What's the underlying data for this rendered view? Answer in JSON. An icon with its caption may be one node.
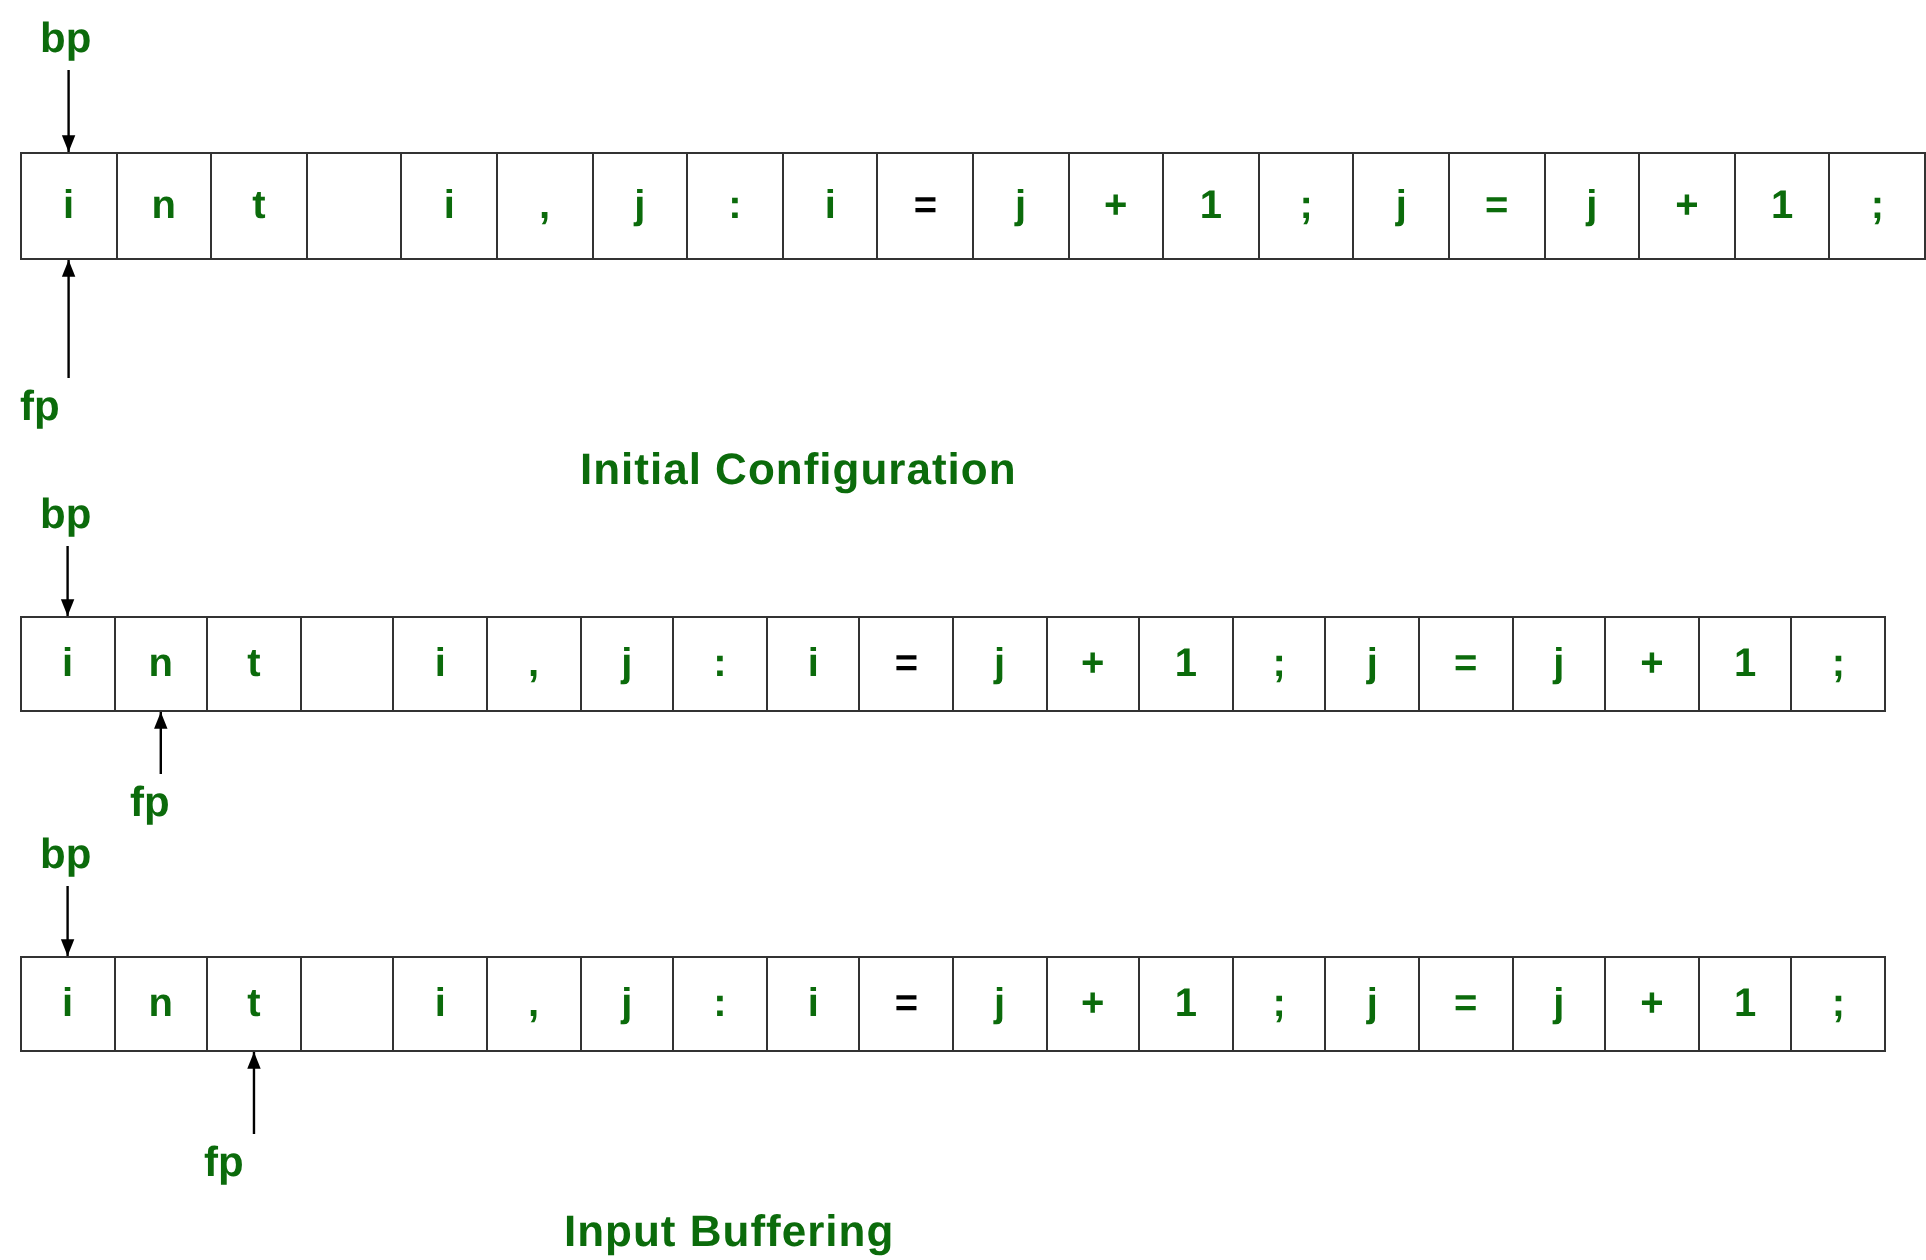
{
  "diagram": {
    "caption": "Input Buffering",
    "nodes": [
      {
        "text": [
          "bp"
        ]
      },
      {
        "text": [
          "i"
        ]
      },
      {
        "text": [
          "n"
        ]
      },
      {
        "text": [
          "t"
        ]
      },
      {
        "text": [],
        "shape": "box"
      },
      {
        "text": [
          "i"
        ]
      },
      {
        "text": [
          ","
        ]
      },
      {
        "text": [
          "j"
        ]
      },
      {
        "text": [
          ":"
        ]
      },
      {
        "text": [
          "i"
        ]
      },
      {
        "text": [
          "="
        ]
      },
      {
        "text": [
          "j"
        ]
      },
      {
        "text": [
          "+"
        ]
      },
      {
        "text": [
          "1"
        ]
      },
      {
        "text": [
          ";"
        ]
      },
      {
        "text": [
          "j"
        ]
      },
      {
        "text": [
          "="
        ]
      },
      {
        "text": [
          "j"
        ]
      },
      {
        "text": [
          "+"
        ]
      },
      {
        "text": [
          "1"
        ]
      },
      {
        "text": [
          ";"
        ]
      },
      {
        "text": [
          "fp"
        ]
      },
      {
        "text": [
          "bp"
        ]
      },
      {
        "text": [
          "i"
        ]
      },
      {
        "text": [
          "n"
        ]
      },
      {
        "text": [
          "t"
        ]
      },
      {
        "text": [],
        "shape": "box"
      },
      {
        "text": [
          "i"
        ]
      },
      {
        "text": [
          ","
        ]
      },
      {
        "text": [
          "j"
        ]
      },
      {
        "text": [
          ":"
        ]
      },
      {
        "text": [
          "i"
        ]
      },
      {
        "text": [
          "="
        ]
      },
      {
        "text": [
          "j"
        ]
      },
      {
        "text": [
          "+"
        ]
      },
      {
        "text": [
          "1"
        ]
      },
      {
        "text": [
          ";"
        ]
      },
      {
        "text": [
          "j"
        ]
      },
      {
        "text": [
          "="
        ]
      },
      {
        "text": [
          "j"
        ]
      },
      {
        "text": [
          "+"
        ]
      },
      {
        "text": [
          "1"
        ]
      },
      {
        "text": [
          ";"
        ]
      },
      {
        "text": [
          "fp"
        ]
      },
      {
        "text": [
          "bp"
        ]
      },
      {
        "text": [
          "i"
        ]
      },
      {
        "text": [
          "n"
        ]
      },
      {
        "text": [
          "t"
        ]
      },
      {
        "text": [],
        "shape": "box"
      },
      {
        "text": [
          "i"
        ]
      },
      {
        "text": [
          ","
        ]
      },
      {
        "text": [
          "j"
        ]
      },
      {
        "text": [
          ":"
        ]
      },
      {
        "text": [
          "i"
        ]
      },
      {
        "text": [
          "="
        ]
      },
      {
        "text": [
          "j"
        ]
      },
      {
        "text": [
          "+"
        ]
      },
      {
        "text": [
          "1"
        ]
      },
      {
        "text": [
          ";"
        ]
      },
      {
        "text": [
          "j"
        ]
      },
      {
        "text": [
          "="
        ]
      },
      {
        "text": [
          "j"
        ]
      },
      {
        "text": [
          "+"
        ]
      },
      {
        "text": [
          "1"
        ]
      },
      {
        "text": [
          ";"
        ]
      },
      {
        "text": [
          "fp"
        ]
      }
    ],
    "edges": [
      {
        "from": 0,
        "to": 1,
        "arrow": "to"
      },
      {
        "from": 21,
        "to": 1,
        "arrow": "to"
      },
      {
        "from": 22,
        "to": 23,
        "arrow": "to"
      },
      {
        "from": 43,
        "to": 24,
        "arrow": "to"
      },
      {
        "from": 44,
        "to": 45,
        "arrow": "to"
      },
      {
        "from": 65,
        "to": 47,
        "arrow": "to"
      }
    ],
    "labels": [
      "Initial Configuration"
    ]
  }
}
